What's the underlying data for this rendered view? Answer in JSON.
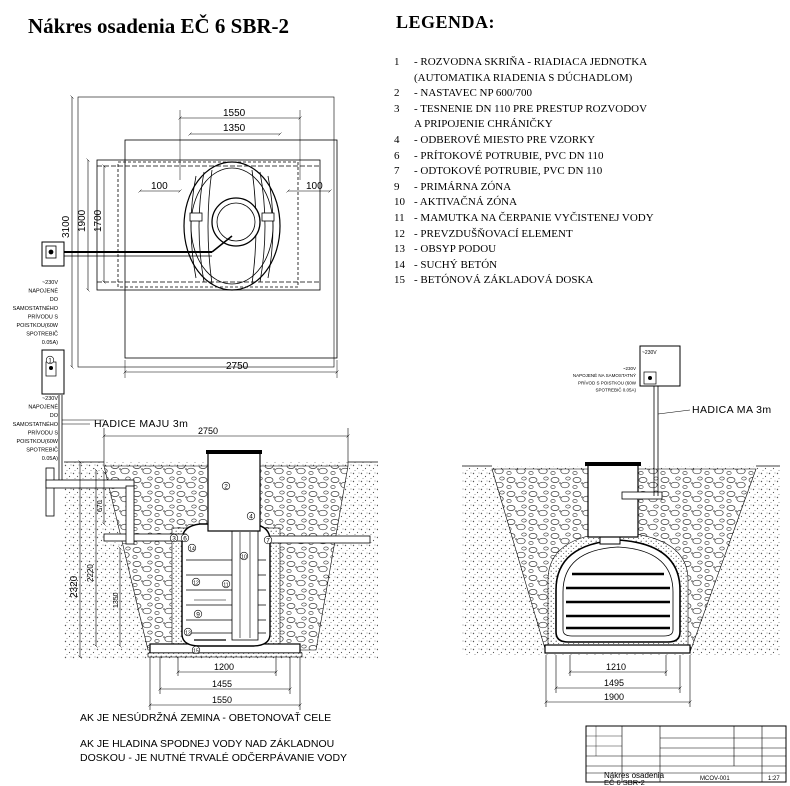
{
  "title": "Nákres osadenia EČ 6 SBR-2",
  "legend": {
    "title": "LEGENDA:",
    "items": [
      {
        "num": "1",
        "text": "- ROZVODNA SKRIŇA - RIADIACA JEDNOTKA",
        "cont": "(AUTOMATIKA RIADENIA S DÚCHADLOM)"
      },
      {
        "num": "2",
        "text": "- NASTAVEC NP 600/700",
        "cont": ""
      },
      {
        "num": "3",
        "text": "- TESNENIE DN 110 PRE PRESTUP ROZVODOV",
        "cont": "A PRIPOJENIE CHRÁNIČKY"
      },
      {
        "num": "4",
        "text": "- ODBEROVÉ MIESTO PRE VZORKY",
        "cont": ""
      },
      {
        "num": "6",
        "text": "- PRÍTOKOVÉ POTRUBIE, PVC DN 110",
        "cont": ""
      },
      {
        "num": "7",
        "text": "- ODTOKOVÉ POTRUBIE, PVC DN 110",
        "cont": ""
      },
      {
        "num": "9",
        "text": "- PRIMÁRNA ZÓNA",
        "cont": ""
      },
      {
        "num": "10",
        "text": "- AKTIVAČNÁ ZÓNA",
        "cont": ""
      },
      {
        "num": "11",
        "text": "- MAMUTKA NA ČERPANIE VYČISTENEJ VODY",
        "cont": ""
      },
      {
        "num": "12",
        "text": "- PREVZDUŠŇOVACÍ ELEMENT",
        "cont": ""
      },
      {
        "num": "13",
        "text": "- OBSYP PODOU",
        "cont": ""
      },
      {
        "num": "14",
        "text": "- SUCHÝ BETÓN",
        "cont": ""
      },
      {
        "num": "15",
        "text": "- BETÓNOVÁ ZÁKLADOVÁ DOSKA",
        "cont": ""
      }
    ]
  },
  "plan": {
    "dim_outer_w": "1550",
    "dim_inner_w": "1350",
    "dim_left": "100",
    "dim_right": "100",
    "dim_h_outer": "3100",
    "dim_h_mid": "1900",
    "dim_h_inner": "1700",
    "dim_bottom": "2750",
    "power_note": [
      "~230V",
      "NAPOJENÉ",
      "DO",
      "SAMOSTATNÉHO",
      "PRÍVODU S",
      "POISTKOU(60W",
      "SPOTREBIČ",
      "0.05A)"
    ]
  },
  "section_a": {
    "power_note": [
      "~230V",
      "NAPOJENÉ",
      "DO",
      "SAMOSTATNÉHO",
      "PRÍVODU S",
      "POISTKOU(60W",
      "SPOTREBIČ",
      "0.05A)"
    ],
    "hose_label": "HADICE MAJU 3m",
    "dim_top": "2750",
    "dim_h_total": "2320",
    "dim_h_mid": "2220",
    "dim_neck": "670",
    "dim_inner": "1350",
    "dim_w1": "1200",
    "dim_w2": "1455",
    "dim_w3": "1550",
    "labels": [
      "1",
      "2",
      "3",
      "4",
      "6",
      "7",
      "9",
      "10",
      "11",
      "12",
      "13",
      "14",
      "15"
    ]
  },
  "section_b": {
    "power_note": [
      "~230V",
      "NAPOJENÉ NA SAMOSTATNÝ",
      "PRÍVOD S POISTKOU (60W",
      "SPOTREBIČ 0.05A)"
    ],
    "box_label": "~230V",
    "hose_label": "HADICA MA 3m",
    "dim_w1": "1210",
    "dim_w2": "1495",
    "dim_w3": "1900"
  },
  "notes": {
    "line1": "AK JE NESÚDRŽNÁ ZEMINA - OBETONOVAŤ CELE",
    "line2": "AK JE HLADINA SPODNEJ VODY NAD ZÁKLADNOU",
    "line3": "DOSKOU - JE NUTNÉ TRVALÉ ODČERPÁVANIE VODY"
  },
  "title_block": {
    "name_line1": "Nákres osadenia",
    "name_line2": "EČ 6 SBR-2",
    "drawing_no": "MCOV-001",
    "scale": "1:27"
  }
}
